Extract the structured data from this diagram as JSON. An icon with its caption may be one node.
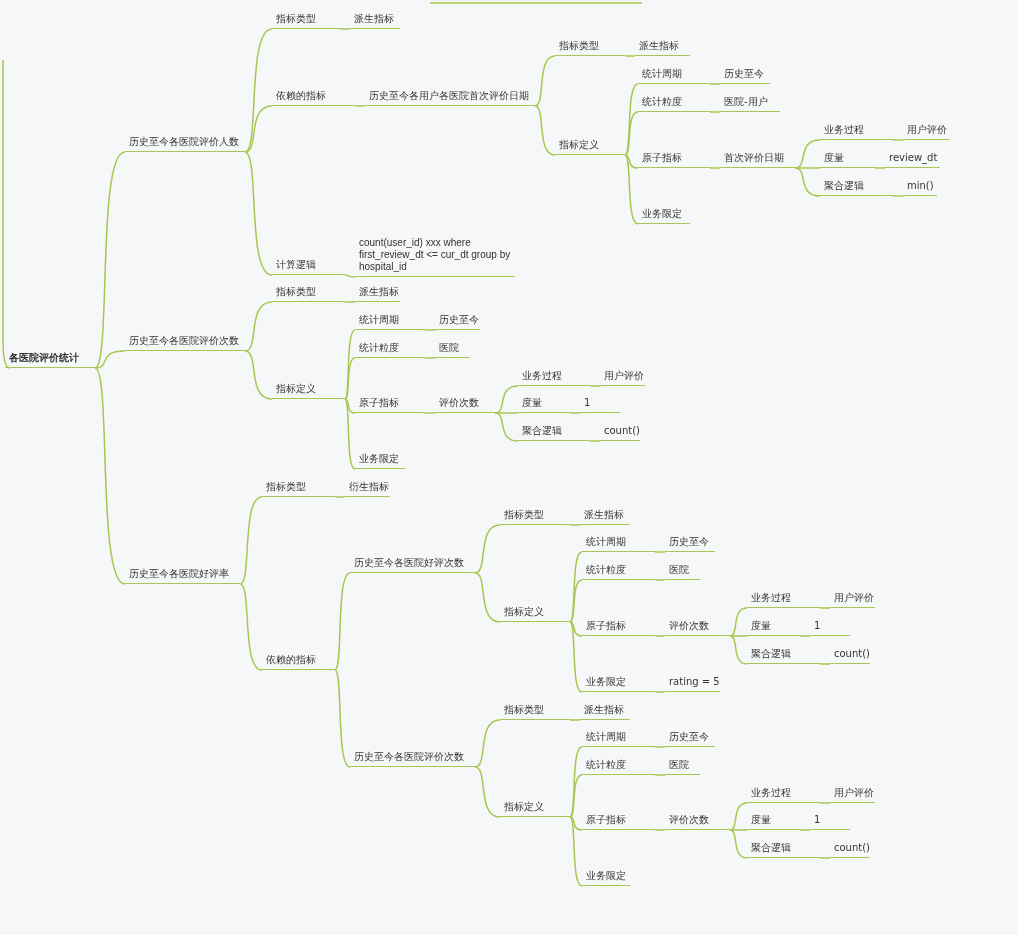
{
  "diagram": {
    "nodes": [
      {
        "text": [
          "各医院评价统计"
        ]
      },
      {
        "text": [
          "历史至今各医院评价人数"
        ]
      },
      {
        "text": [
          "指标类型"
        ]
      },
      {
        "text": [
          "派生指标"
        ]
      },
      {
        "text": [
          "依赖的指标"
        ]
      },
      {
        "text": [
          "历史至今各用户各医院首次评价日期"
        ]
      },
      {
        "text": [
          "指标类型"
        ]
      },
      {
        "text": [
          "派生指标"
        ]
      },
      {
        "text": [
          "指标定义"
        ]
      },
      {
        "text": [
          "统计周期"
        ]
      },
      {
        "text": [
          "历史至今"
        ]
      },
      {
        "text": [
          "统计粒度"
        ]
      },
      {
        "text": [
          "医院-用户"
        ]
      },
      {
        "text": [
          "原子指标"
        ]
      },
      {
        "text": [
          "首次评价日期"
        ]
      },
      {
        "text": [
          "业务过程"
        ]
      },
      {
        "text": [
          "用户评价"
        ]
      },
      {
        "text": [
          "度量"
        ]
      },
      {
        "text": [
          "review_dt"
        ]
      },
      {
        "text": [
          "聚合逻辑"
        ]
      },
      {
        "text": [
          "min()"
        ]
      },
      {
        "text": [
          "业务限定"
        ]
      },
      {
        "text": [
          "计算逻辑"
        ]
      },
      {
        "text": [
          "count(user_id) xxx where first_review_dt <= cur_dt group by hospital_id"
        ]
      },
      {
        "text": [
          "历史至今各医院评价次数"
        ]
      },
      {
        "text": [
          "指标类型"
        ]
      },
      {
        "text": [
          "派生指标"
        ]
      },
      {
        "text": [
          "指标定义"
        ]
      },
      {
        "text": [
          "统计周期"
        ]
      },
      {
        "text": [
          "历史至今"
        ]
      },
      {
        "text": [
          "统计粒度"
        ]
      },
      {
        "text": [
          "医院"
        ]
      },
      {
        "text": [
          "原子指标"
        ]
      },
      {
        "text": [
          "评价次数"
        ]
      },
      {
        "text": [
          "业务过程"
        ]
      },
      {
        "text": [
          "用户评价"
        ]
      },
      {
        "text": [
          "度量"
        ]
      },
      {
        "text": [
          "1"
        ]
      },
      {
        "text": [
          "聚合逻辑"
        ]
      },
      {
        "text": [
          "count()"
        ]
      },
      {
        "text": [
          "业务限定"
        ]
      },
      {
        "text": [
          "历史至今各医院好评率"
        ]
      },
      {
        "text": [
          "指标类型"
        ]
      },
      {
        "text": [
          "衍生指标"
        ]
      },
      {
        "text": [
          "依赖的指标"
        ]
      },
      {
        "text": [
          "历史至今各医院好评次数"
        ]
      },
      {
        "text": [
          "指标类型"
        ]
      },
      {
        "text": [
          "派生指标"
        ]
      },
      {
        "text": [
          "指标定义"
        ]
      },
      {
        "text": [
          "统计周期"
        ]
      },
      {
        "text": [
          "历史至今"
        ]
      },
      {
        "text": [
          "统计粒度"
        ]
      },
      {
        "text": [
          "医院"
        ]
      },
      {
        "text": [
          "原子指标"
        ]
      },
      {
        "text": [
          "评价次数"
        ]
      },
      {
        "text": [
          "业务过程"
        ]
      },
      {
        "text": [
          "用户评价"
        ]
      },
      {
        "text": [
          "度量"
        ]
      },
      {
        "text": [
          "1"
        ]
      },
      {
        "text": [
          "聚合逻辑"
        ]
      },
      {
        "text": [
          "count()"
        ]
      },
      {
        "text": [
          "业务限定"
        ]
      },
      {
        "text": [
          "rating = 5"
        ]
      },
      {
        "text": [
          "历史至今各医院评价次数"
        ]
      },
      {
        "text": [
          "指标类型"
        ]
      },
      {
        "text": [
          "派生指标"
        ]
      },
      {
        "text": [
          "指标定义"
        ]
      },
      {
        "text": [
          "统计周期"
        ]
      },
      {
        "text": [
          "历史至今"
        ]
      },
      {
        "text": [
          "统计粒度"
        ]
      },
      {
        "text": [
          "医院"
        ]
      },
      {
        "text": [
          "原子指标"
        ]
      },
      {
        "text": [
          "评价次数"
        ]
      },
      {
        "text": [
          "业务过程"
        ]
      },
      {
        "text": [
          "用户评价"
        ]
      },
      {
        "text": [
          "度量"
        ]
      },
      {
        "text": [
          "1"
        ]
      },
      {
        "text": [
          "聚合逻辑"
        ]
      },
      {
        "text": [
          "count()"
        ]
      },
      {
        "text": [
          "业务限定"
        ]
      }
    ],
    "edges": [
      {
        "from": 0,
        "to": 1,
        "arrow": "none"
      },
      {
        "from": 0,
        "to": 24,
        "arrow": "none"
      },
      {
        "from": 0,
        "to": 41,
        "arrow": "none"
      },
      {
        "from": 1,
        "to": 2,
        "arrow": "none"
      },
      {
        "from": 2,
        "to": 3,
        "arrow": "none"
      },
      {
        "from": 1,
        "to": 4,
        "arrow": "none"
      },
      {
        "from": 4,
        "to": 5,
        "arrow": "none"
      },
      {
        "from": 5,
        "to": 6,
        "arrow": "none"
      },
      {
        "from": 6,
        "to": 7,
        "arrow": "none"
      },
      {
        "from": 5,
        "to": 8,
        "arrow": "none"
      },
      {
        "from": 8,
        "to": 9,
        "arrow": "none"
      },
      {
        "from": 9,
        "to": 10,
        "arrow": "none"
      },
      {
        "from": 8,
        "to": 11,
        "arrow": "none"
      },
      {
        "from": 11,
        "to": 12,
        "arrow": "none"
      },
      {
        "from": 8,
        "to": 13,
        "arrow": "none"
      },
      {
        "from": 13,
        "to": 14,
        "arrow": "none"
      },
      {
        "from": 14,
        "to": 15,
        "arrow": "none"
      },
      {
        "from": 15,
        "to": 16,
        "arrow": "none"
      },
      {
        "from": 14,
        "to": 17,
        "arrow": "none"
      },
      {
        "from": 17,
        "to": 18,
        "arrow": "none"
      },
      {
        "from": 14,
        "to": 19,
        "arrow": "none"
      },
      {
        "from": 19,
        "to": 20,
        "arrow": "none"
      },
      {
        "from": 8,
        "to": 21,
        "arrow": "none"
      },
      {
        "from": 1,
        "to": 22,
        "arrow": "none"
      },
      {
        "from": 22,
        "to": 23,
        "arrow": "none"
      },
      {
        "from": 24,
        "to": 25,
        "arrow": "none"
      },
      {
        "from": 25,
        "to": 26,
        "arrow": "none"
      },
      {
        "from": 24,
        "to": 27,
        "arrow": "none"
      },
      {
        "from": 27,
        "to": 28,
        "arrow": "none"
      },
      {
        "from": 28,
        "to": 29,
        "arrow": "none"
      },
      {
        "from": 27,
        "to": 30,
        "arrow": "none"
      },
      {
        "from": 30,
        "to": 31,
        "arrow": "none"
      },
      {
        "from": 27,
        "to": 32,
        "arrow": "none"
      },
      {
        "from": 32,
        "to": 33,
        "arrow": "none"
      },
      {
        "from": 33,
        "to": 34,
        "arrow": "none"
      },
      {
        "from": 34,
        "to": 35,
        "arrow": "none"
      },
      {
        "from": 33,
        "to": 36,
        "arrow": "none"
      },
      {
        "from": 36,
        "to": 37,
        "arrow": "none"
      },
      {
        "from": 33,
        "to": 38,
        "arrow": "none"
      },
      {
        "from": 38,
        "to": 39,
        "arrow": "none"
      },
      {
        "from": 27,
        "to": 40,
        "arrow": "none"
      },
      {
        "from": 41,
        "to": 42,
        "arrow": "none"
      },
      {
        "from": 42,
        "to": 43,
        "arrow": "none"
      },
      {
        "from": 41,
        "to": 44,
        "arrow": "none"
      },
      {
        "from": 44,
        "to": 45,
        "arrow": "none"
      },
      {
        "from": 45,
        "to": 46,
        "arrow": "none"
      },
      {
        "from": 46,
        "to": 47,
        "arrow": "none"
      },
      {
        "from": 45,
        "to": 48,
        "arrow": "none"
      },
      {
        "from": 48,
        "to": 49,
        "arrow": "none"
      },
      {
        "from": 49,
        "to": 50,
        "arrow": "none"
      },
      {
        "from": 48,
        "to": 51,
        "arrow": "none"
      },
      {
        "from": 51,
        "to": 52,
        "arrow": "none"
      },
      {
        "from": 48,
        "to": 53,
        "arrow": "none"
      },
      {
        "from": 53,
        "to": 54,
        "arrow": "none"
      },
      {
        "from": 54,
        "to": 55,
        "arrow": "none"
      },
      {
        "from": 55,
        "to": 56,
        "arrow": "none"
      },
      {
        "from": 54,
        "to": 57,
        "arrow": "none"
      },
      {
        "from": 57,
        "to": 58,
        "arrow": "none"
      },
      {
        "from": 54,
        "to": 59,
        "arrow": "none"
      },
      {
        "from": 59,
        "to": 60,
        "arrow": "none"
      },
      {
        "from": 48,
        "to": 61,
        "arrow": "none"
      },
      {
        "from": 61,
        "to": 62,
        "arrow": "none"
      },
      {
        "from": 44,
        "to": 63,
        "arrow": "none"
      },
      {
        "from": 63,
        "to": 64,
        "arrow": "none"
      },
      {
        "from": 64,
        "to": 65,
        "arrow": "none"
      },
      {
        "from": 63,
        "to": 66,
        "arrow": "none"
      },
      {
        "from": 66,
        "to": 67,
        "arrow": "none"
      },
      {
        "from": 67,
        "to": 68,
        "arrow": "none"
      },
      {
        "from": 66,
        "to": 69,
        "arrow": "none"
      },
      {
        "from": 69,
        "to": 70,
        "arrow": "none"
      },
      {
        "from": 66,
        "to": 71,
        "arrow": "none"
      },
      {
        "from": 71,
        "to": 72,
        "arrow": "none"
      },
      {
        "from": 72,
        "to": 73,
        "arrow": "none"
      },
      {
        "from": 73,
        "to": 74,
        "arrow": "none"
      },
      {
        "from": 72,
        "to": 75,
        "arrow": "none"
      },
      {
        "from": 75,
        "to": 76,
        "arrow": "none"
      },
      {
        "from": 72,
        "to": 77,
        "arrow": "none"
      },
      {
        "from": 77,
        "to": 78,
        "arrow": "none"
      },
      {
        "from": 66,
        "to": 79,
        "arrow": "none"
      }
    ]
  }
}
